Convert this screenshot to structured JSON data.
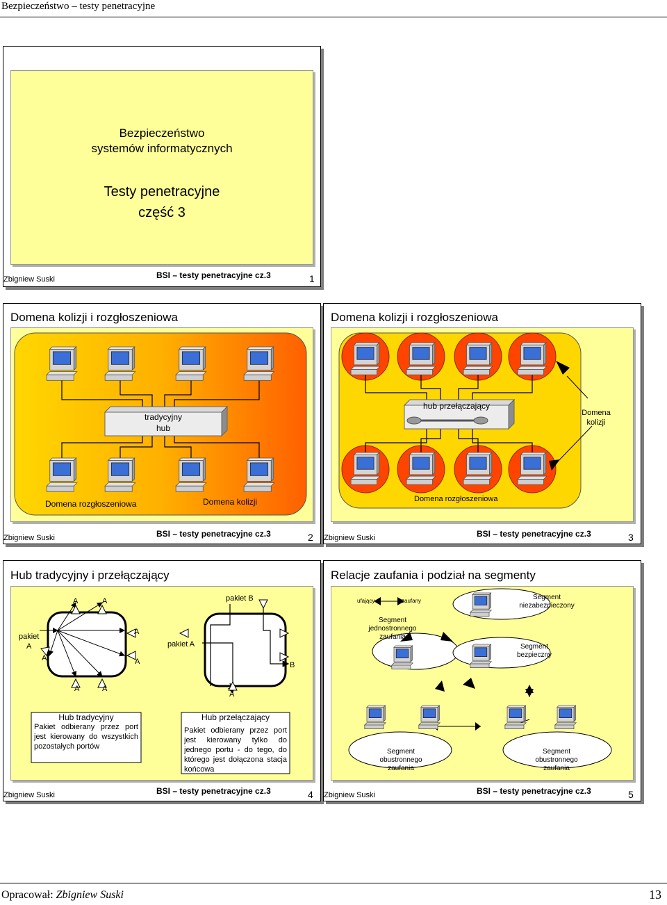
{
  "header": {
    "title": "Bezpieczeństwo – testy penetracyjne"
  },
  "footer": {
    "prefix": "Opracował:",
    "author": "Zbigniew Suski",
    "page": "13"
  },
  "slide_footer": {
    "author": "Zbigniew Suski",
    "course": "BSI – testy penetracyjne cz.3"
  },
  "slide1": {
    "line1": "Bezpieczeństwo",
    "line2": "systemów informatycznych",
    "line3": "Testy penetracyjne",
    "line4": "część 3",
    "number": "1"
  },
  "slide2": {
    "title": "Domena kolizji  i  rozgłoszeniowa",
    "hub_line1": "tradycyjny",
    "hub_line2": "hub",
    "broadcast_label": "Domena rozgłoszeniowa",
    "collision_label": "Domena kolizji",
    "number": "2"
  },
  "slide3": {
    "title": "Domena kolizji  i  rozgłoszeniowa",
    "switch_label": "hub przełączający",
    "collision_line1": "Domena",
    "collision_line2": "kolizji",
    "broadcast_label": "Domena rozgłoszeniowa",
    "number": "3"
  },
  "slide4": {
    "title": "Hub tradycyjny i przełączający",
    "packet_a_left": "pakiet\nA",
    "packet_b": "pakiet B",
    "packet_a_mid": "pakiet A",
    "letter_a": "A",
    "letter_b": "B",
    "box1_title": "Hub tradycyjny",
    "box1_text": "Pakiet odbierany przez port jest kierowany do wszystkich pozostałych portów",
    "box2_title": "Hub przełączający",
    "box2_text": "Pakiet odbierany przez port jest kierowany tylko do jednego portu - do tego, do którego jest dołączona stacja końcowa",
    "number": "4"
  },
  "slide5": {
    "title": "Relacje zaufania i podział na segmenty",
    "trusting": "ufający",
    "trusted": "zaufany",
    "untrusted_line1": "Segment",
    "untrusted_line2": "niezabezpieczony",
    "oneway_line1": "Segment",
    "oneway_line2": "jednostronnego",
    "oneway_line3": "zaufania",
    "secure_line1": "Segment",
    "secure_line2": "bezpieczny",
    "twoway_line1": "Segment",
    "twoway_line2": "obustronnego",
    "twoway_line3": "zaufania",
    "number": "5"
  },
  "colors": {
    "slide_fill": "#ffff99",
    "domain_yellow": "#ffd700",
    "domain_orange": "#ff6600",
    "port_red": "#ff4400"
  }
}
